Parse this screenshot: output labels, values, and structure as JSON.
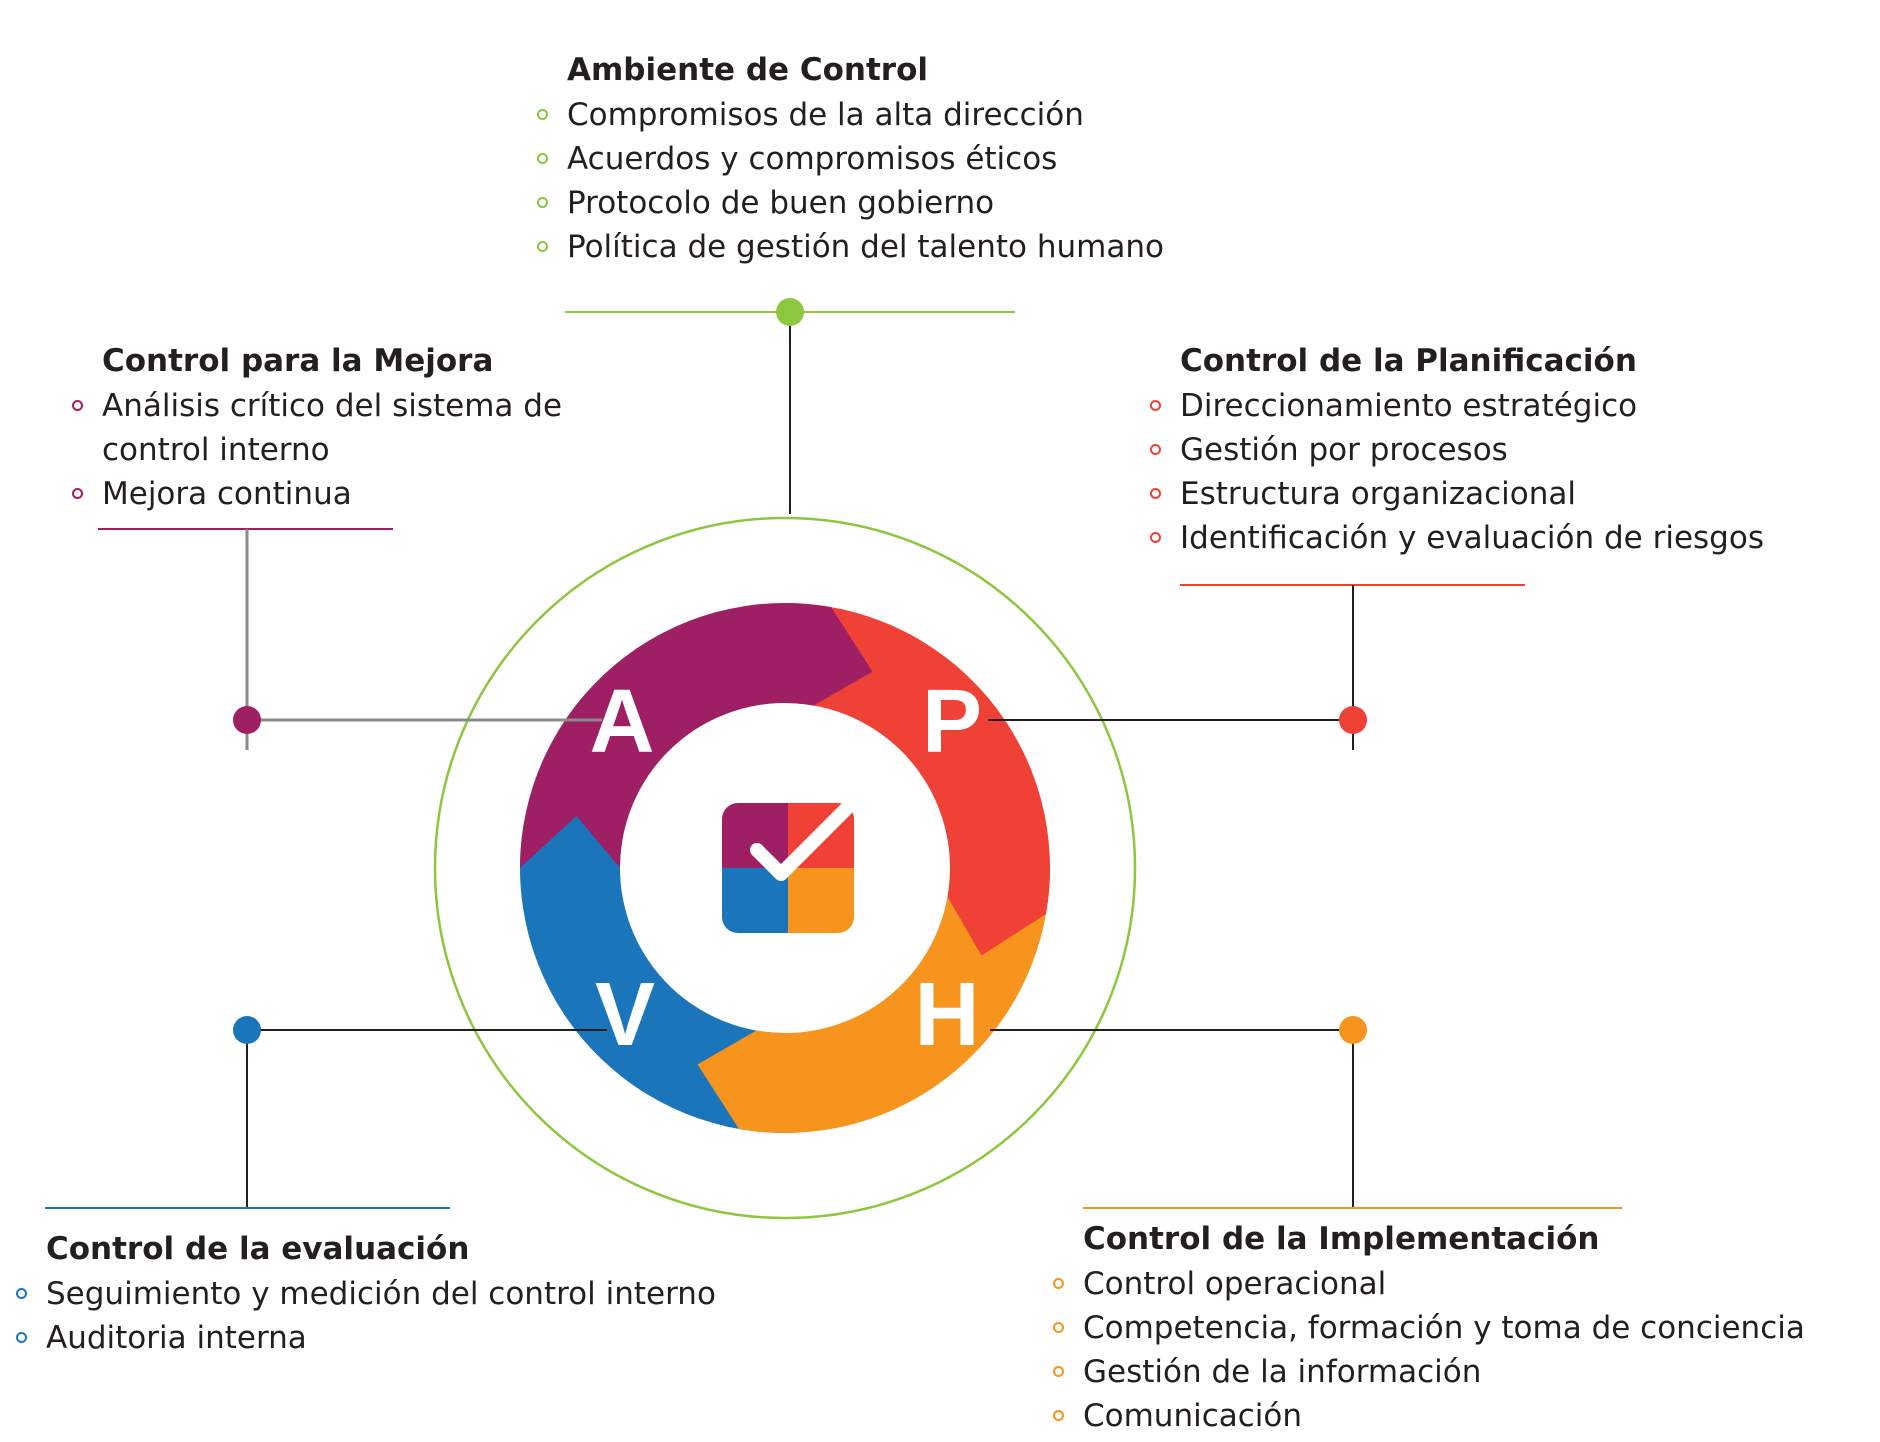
{
  "center": {
    "letters": {
      "a": "A",
      "p": "P",
      "h": "H",
      "v": "V"
    }
  },
  "colors": {
    "green": "#8dc63f",
    "purple": "#9e1f63",
    "red": "#ef4136",
    "orange": "#f7941d",
    "blue": "#1b75bb",
    "text": "#231f20"
  },
  "icons": {
    "bullet": "ring-bullet-icon",
    "center_logo": "checkmark-logo-icon",
    "node": "node-dot-icon"
  },
  "sections": {
    "ambiente": {
      "title": "Ambiente de Control",
      "items": [
        "Compromisos de la alta dirección",
        "Acuerdos y compromisos éticos",
        "Protocolo de buen gobierno",
        "Política de gestión del talento humano"
      ]
    },
    "mejora": {
      "title": "Control para la Mejora",
      "items": [
        "Análisis crítico del sistema de control interno",
        "Mejora continua"
      ],
      "item0_lines": [
        "Análisis crítico del sistema de",
        "control interno"
      ]
    },
    "planificacion": {
      "title": "Control de la Planificación",
      "items": [
        "Direccionamiento estratégico",
        "Gestión por procesos",
        "Estructura organizacional",
        "Identificación y evaluación de riesgos"
      ]
    },
    "evaluacion": {
      "title": "Control de la evaluación",
      "items": [
        "Seguimiento y medición del control interno",
        "Auditoria interna"
      ]
    },
    "implementacion": {
      "title": "Control de la Implementación",
      "items": [
        "Control operacional",
        "Competencia, formación y toma de conciencia",
        "Gestión de la información",
        "Comunicación"
      ]
    }
  }
}
